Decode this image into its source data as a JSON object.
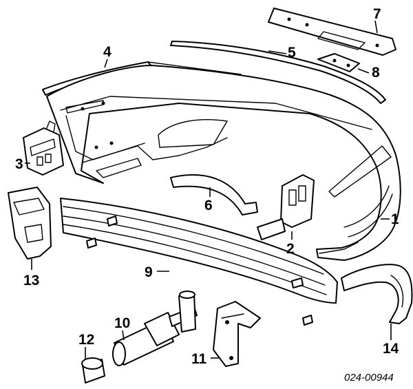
{
  "diagram": {
    "catalog_code": "024-00944",
    "callouts": [
      {
        "id": "1",
        "label": "1"
      },
      {
        "id": "2",
        "label": "2"
      },
      {
        "id": "3",
        "label": "3"
      },
      {
        "id": "4",
        "label": "4"
      },
      {
        "id": "5",
        "label": "5"
      },
      {
        "id": "6",
        "label": "6"
      },
      {
        "id": "7",
        "label": "7"
      },
      {
        "id": "8",
        "label": "8"
      },
      {
        "id": "9",
        "label": "9"
      },
      {
        "id": "10",
        "label": "10"
      },
      {
        "id": "11",
        "label": "11"
      },
      {
        "id": "12",
        "label": "12"
      },
      {
        "id": "13",
        "label": "13"
      },
      {
        "id": "14",
        "label": "14"
      }
    ]
  }
}
